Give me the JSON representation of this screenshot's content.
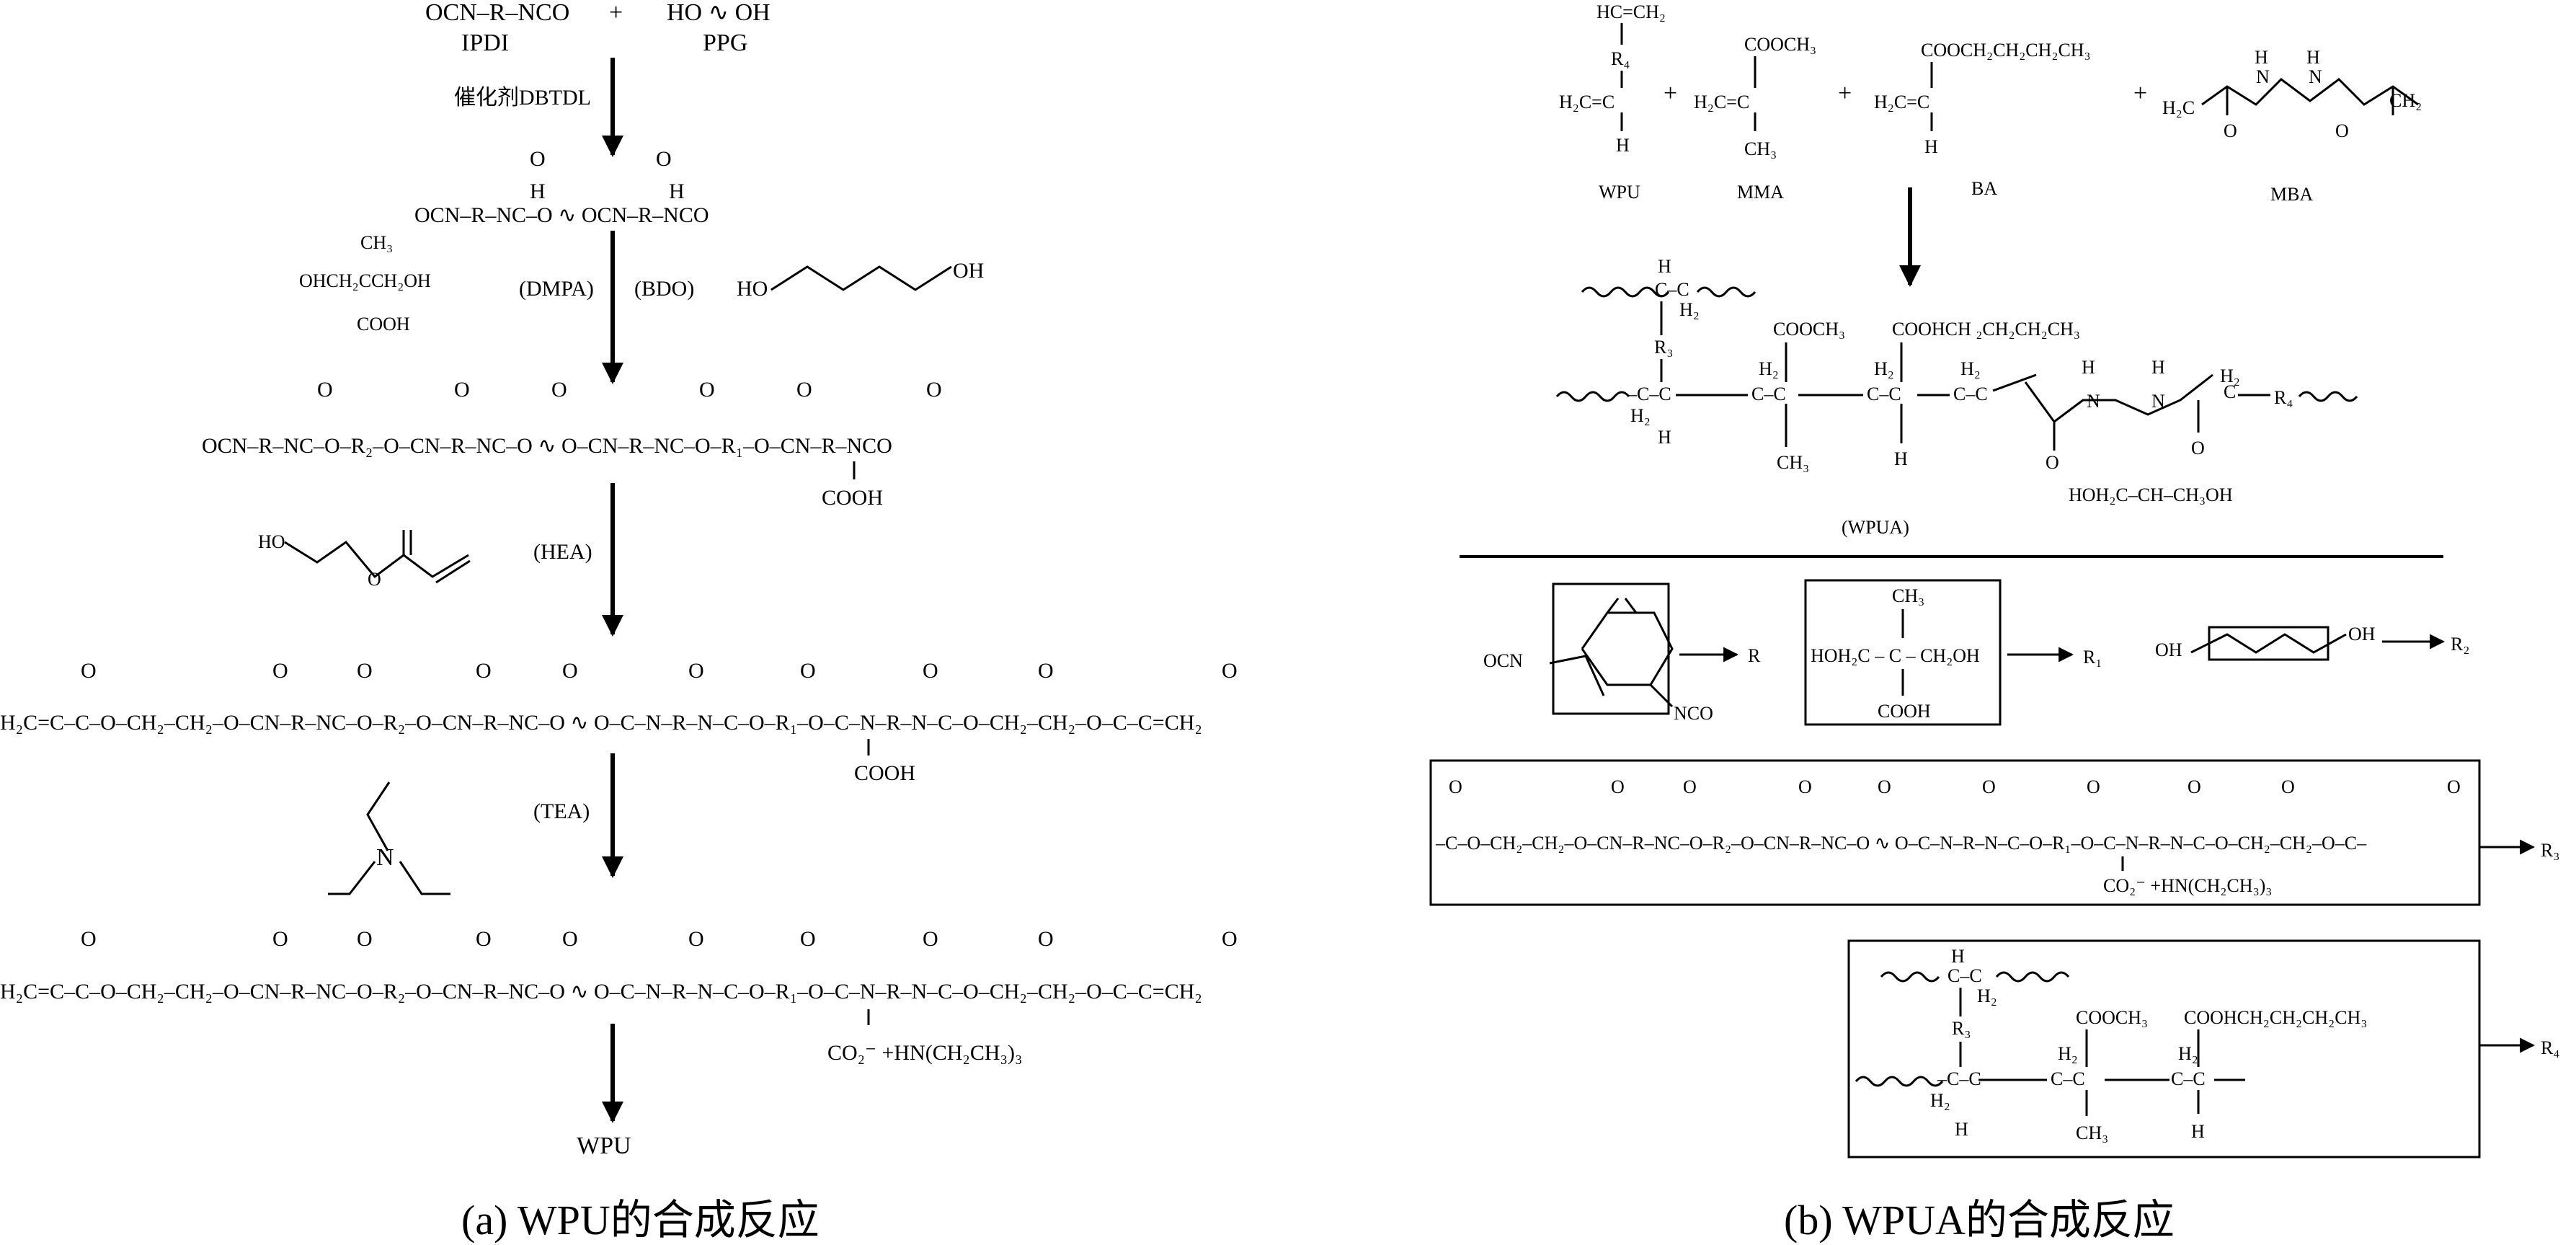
{
  "panel_a": {
    "reactants": {
      "ipdi_formula": "OCN–R–NCO",
      "ipdi": "IPDI",
      "plus": "+",
      "ppg_formula": "HO ∿ OH",
      "ppg": "PPG"
    },
    "catalyst": "催化剂DBTDL",
    "step1_product": "OCN–R–NC–O ∿ OCN–R–NCO",
    "dmpa_struct": {
      "top": "CH₃",
      "mid": "OHCH₂CCH₂OH",
      "bottom": "COOH"
    },
    "dmpa": "(DMPA)",
    "bdo": "(BDO)",
    "bdo_ends": {
      "left": "HO",
      "right": "OH"
    },
    "step2_product": "OCN–R–NC–O–R₂–O–CN–R–NC–O ∿ O–CN–R–NC–O–R₁–O–CN–R–NCO",
    "step2_cooh": "COOH",
    "hea_ho": "HO",
    "hea_o": "O",
    "hea": "(HEA)",
    "step3_product": "H₂C=C–C–O–CH₂–CH₂–O–CN–R–NC–O–R₂–O–CN–R–NC–O ∿ O–C–N–R–N–C–O–R₁–O–C–N–R–N–C–O–CH₂–CH₂–O–C–C=CH₂",
    "step3_cooh": "COOH",
    "tea_n": "N",
    "tea": "(TEA)",
    "step4_product": "H₂C=C–C–O–CH₂–CH₂–O–CN–R–NC–O–R₂–O–CN–R–NC–O ∿ O–C–N–R–N–C–O–R₁–O–C–N–R–N–C–O–CH₂–CH₂–O–C–C=CH₂",
    "step4_salt": "CO₂⁻ +HN(CH₂CH₃)₃",
    "final": "WPU",
    "caption": "(a) WPU的合成反应"
  },
  "panel_b": {
    "wpu_struct": {
      "top": "HC=CH₂",
      "r4": "R₄",
      "bottom": "H₂C=C",
      "h": "H"
    },
    "mma_struct": {
      "top": "COOCH₃",
      "mid": "H₂C=C",
      "bottom": "CH₃"
    },
    "ba_struct": {
      "top": "COOCH₂CH₂CH₂CH₃",
      "mid": "H₂C=C",
      "bottom": "H"
    },
    "mba_struct": {
      "left": "H₂C",
      "nh1": "H",
      "n1": "N",
      "nh2": "H",
      "n2": "N",
      "o1": "O",
      "o2": "O",
      "right": "CH₂"
    },
    "plus": "+",
    "labels": {
      "wpu": "WPU",
      "mma": "MMA",
      "ba": "BA",
      "mba": "MBA"
    },
    "wpua_struct": {
      "top_h": "H",
      "top_c": "C–C",
      "top_h2": "H₂",
      "r3": "R₃",
      "c1": "–C–C",
      "c1_h2": "H₂",
      "c1_h": "H",
      "cooch3": "COOCH₃",
      "c2": "C–C",
      "c2_h2": "H₂",
      "ch3": "CH₃",
      "coobu": "COOHCH  ₂CH₂CH₂CH₃",
      "c3": "C–C",
      "c3_h2": "H₂",
      "c3_h": "H",
      "c4_h2": "H₂",
      "c4": "C–C",
      "nh": "H",
      "n": "N",
      "o1": "O",
      "nh2": "H",
      "n2": "N",
      "h2b": "H₂",
      "c5": "C",
      "o2": "O",
      "r4": "R₄"
    },
    "wpua_side": "HOH₂C–CH–CH₃OH",
    "wpua": "(WPUA)",
    "legend": {
      "ipdi_ocn": "OCN",
      "ipdi_nco": "NCO",
      "r": "R",
      "dmpa_top": "CH₃",
      "dmpa_mid": "HOH₂C – C – CH₂OH",
      "dmpa_bottom": "COOH",
      "r1": "R₁",
      "bdo_oh_left": "OH",
      "bdo_oh_right": "OH",
      "r2": "R₂",
      "chain": "–C–O–CH₂–CH₂–O–CN–R–NC–O–R₂–O–CN–R–NC–O ∿ O–C–N–R–N–C–O–R₁–O–C–N–R–N–C–O–CH₂–CH₂–O–C–",
      "chain_salt": "CO₂⁻ +HN(CH₂CH₃)₃",
      "r3": "R₃",
      "poly_top_h": "H",
      "poly_top": "C–C",
      "poly_top_h2": "H₂",
      "poly_r3": "R₃",
      "poly_c1": "–C–C",
      "poly_c1_h2": "H₂",
      "poly_c1_h": "H",
      "poly_cooch3": "COOCH₃",
      "poly_c2": "H₂",
      "poly_c2b": "C–C",
      "poly_ch3": "CH₃",
      "poly_coobu": "COOHCH₂CH₂CH₂CH₃",
      "poly_c3": "H₂",
      "poly_c3b": "C–C",
      "poly_c3_h": "H",
      "r4": "R₄"
    },
    "caption": "(b) WPUA的合成反应"
  }
}
